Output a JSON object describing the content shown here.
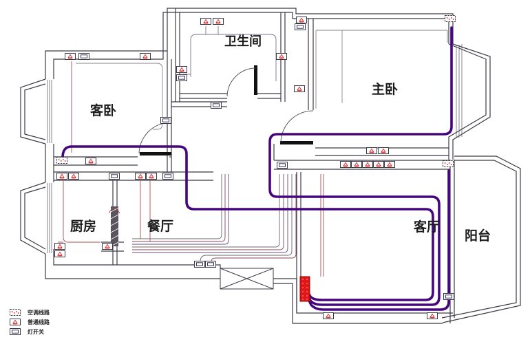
{
  "rooms": [
    {
      "id": "guest-bedroom",
      "label": "客卧"
    },
    {
      "id": "bathroom",
      "label": "卫生间"
    },
    {
      "id": "master-bedroom",
      "label": "主卧"
    },
    {
      "id": "kitchen",
      "label": "厨房"
    },
    {
      "id": "dining-room",
      "label": "餐厅"
    },
    {
      "id": "living-room",
      "label": "客厅"
    },
    {
      "id": "balcony",
      "label": "阳台"
    }
  ],
  "legend": {
    "items": [
      {
        "icon": "ac-outlet-icon",
        "label": "空调线路"
      },
      {
        "icon": "outlet-icon",
        "label": "普通线路"
      },
      {
        "icon": "switch-icon",
        "label": "灯开关"
      }
    ]
  },
  "colors": {
    "ac_circuit": "#46077e",
    "marker_red": "#d42020",
    "wall": "#3e3946",
    "distribution_box": "#e11616"
  }
}
